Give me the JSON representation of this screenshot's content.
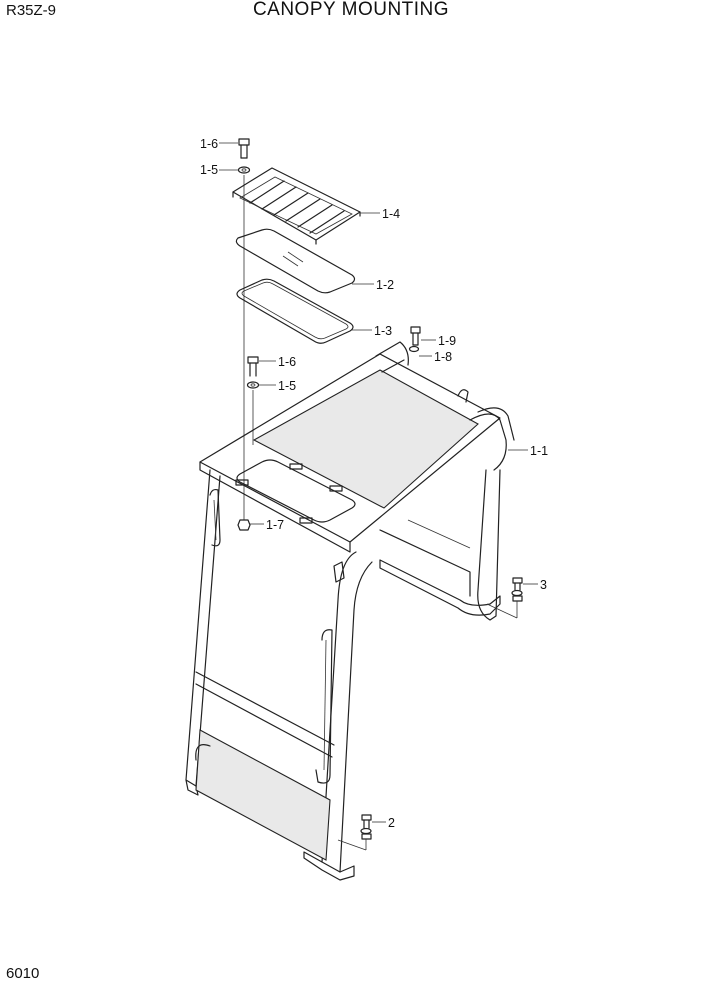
{
  "header": {
    "model": "R35Z-9",
    "title": "CANOPY MOUNTING"
  },
  "footer": {
    "page_number": "6010"
  },
  "callouts": {
    "p1_6_top": "1-6",
    "p1_5_top": "1-5",
    "p1_4": "1-4",
    "p1_2": "1-2",
    "p1_3": "1-3",
    "p1_9": "1-9",
    "p1_8": "1-8",
    "p1_6_mid": "1-6",
    "p1_5_mid": "1-5",
    "p1_1": "1-1",
    "p1_7": "1-7",
    "p3": "3",
    "p2": "2"
  }
}
